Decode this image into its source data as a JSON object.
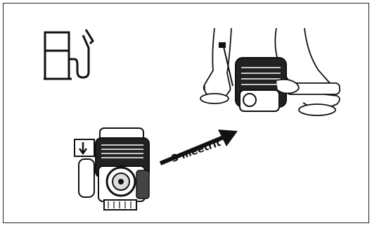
{
  "distance_label": "3 meetrit",
  "icons": {
    "fuel": "fuel-pump-icon",
    "engine_start": "engine-unit-illustration",
    "operator": "operator-starting-engine-illustration",
    "direction": "direction-arrow"
  }
}
